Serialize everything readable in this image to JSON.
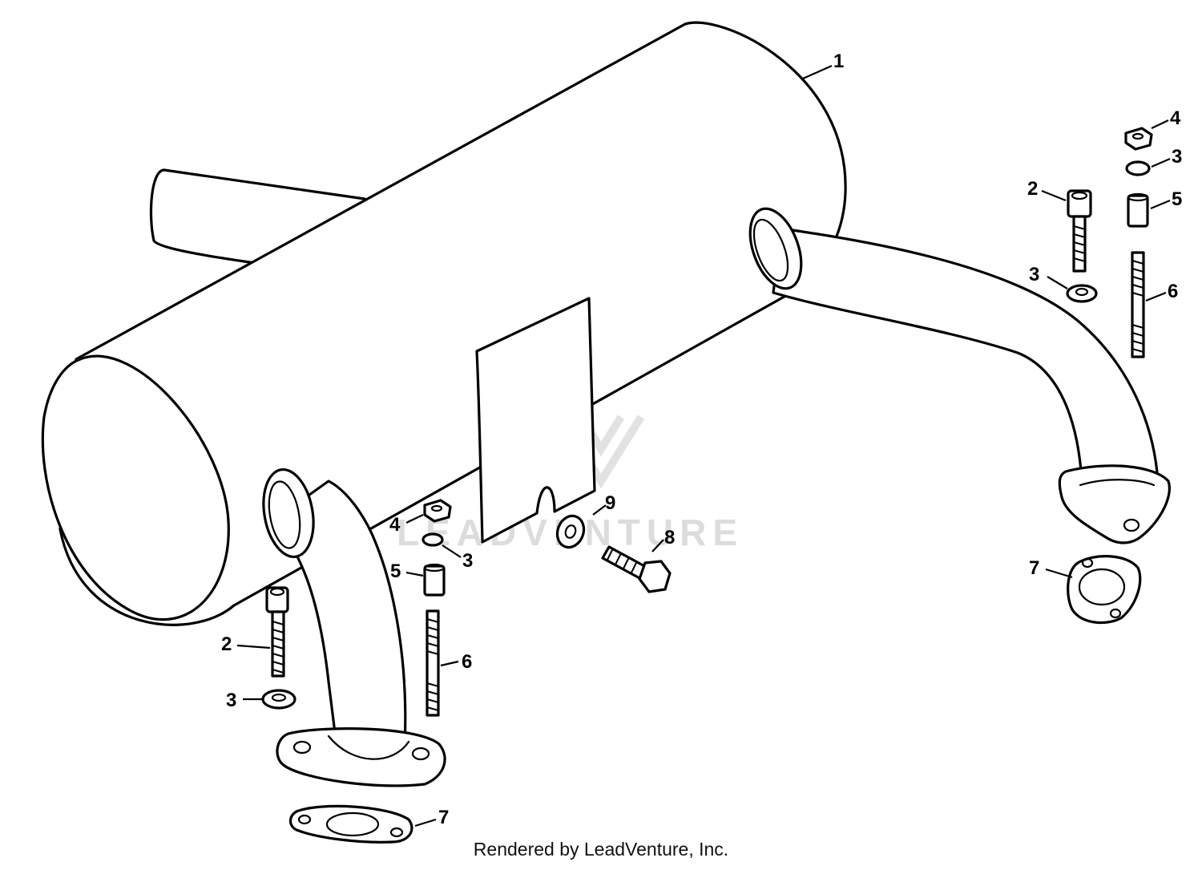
{
  "watermark": {
    "text": "LEADVENTURE"
  },
  "footer": {
    "text": "Rendered by LeadVenture, Inc."
  },
  "callouts": [
    {
      "id": "1",
      "label": "1"
    },
    {
      "id": "2a",
      "label": "2"
    },
    {
      "id": "2b",
      "label": "2"
    },
    {
      "id": "3a",
      "label": "3"
    },
    {
      "id": "3b",
      "label": "3"
    },
    {
      "id": "3c",
      "label": "3"
    },
    {
      "id": "3d",
      "label": "3"
    },
    {
      "id": "4a",
      "label": "4"
    },
    {
      "id": "4b",
      "label": "4"
    },
    {
      "id": "5a",
      "label": "5"
    },
    {
      "id": "5b",
      "label": "5"
    },
    {
      "id": "6a",
      "label": "6"
    },
    {
      "id": "6b",
      "label": "6"
    },
    {
      "id": "7a",
      "label": "7"
    },
    {
      "id": "7b",
      "label": "7"
    },
    {
      "id": "8",
      "label": "8"
    },
    {
      "id": "9",
      "label": "9"
    }
  ]
}
